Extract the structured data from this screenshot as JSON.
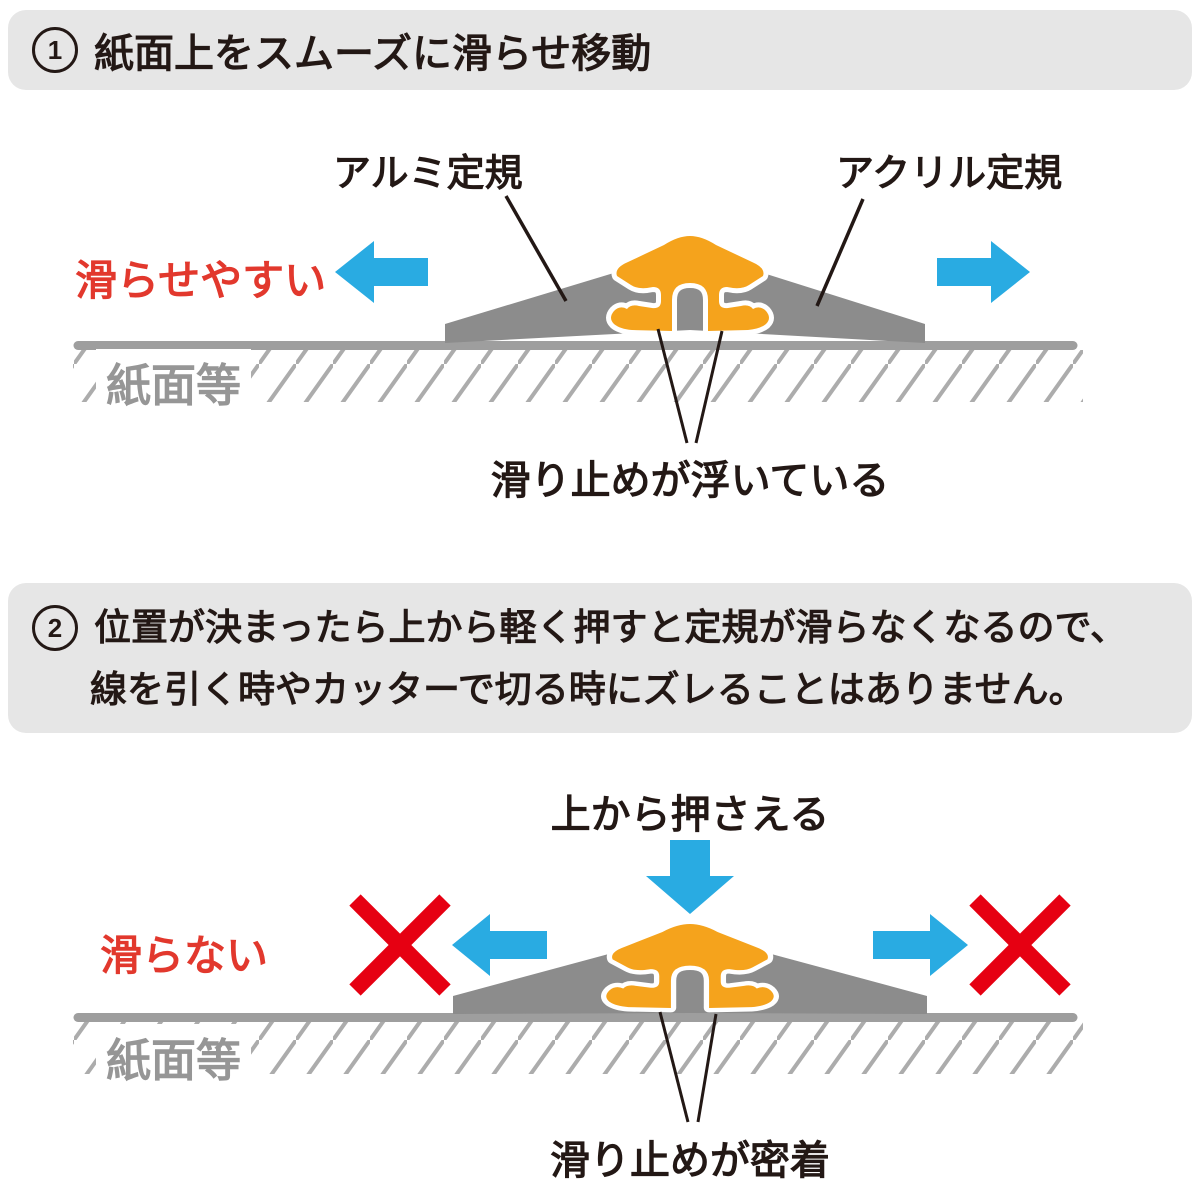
{
  "colors": {
    "header_bg": "#e6e6e6",
    "text_black": "#231815",
    "red_text": "#e2382d",
    "x_red": "#e60012",
    "arrow_blue": "#29abe2",
    "rubber_orange": "#f5a31c",
    "ruler_gray": "#8c8c8c",
    "ground_gray": "#9e9e9e",
    "hatch_gray": "#acacac",
    "surface_text_gray": "#969696",
    "pointer_line": "#231815",
    "white_outline": "#ffffff"
  },
  "panel1": {
    "step_number": "1",
    "title": "紙面上をスムーズに滑らせ移動",
    "label_aluminum_ruler": "アルミ定規",
    "label_acrylic_ruler": "アクリル定規",
    "label_easy_slide": "滑らせやすい",
    "label_surface": "紙面等",
    "label_antislip_floating": "滑り止めが浮いている"
  },
  "panel2": {
    "step_number": "2",
    "title_line1": "位置が決まったら上から軽く押すと定規が滑らなくなるので、",
    "title_line2": "線を引く時やカッターで切る時にズレることはありません。",
    "label_press_from_above": "上から押さえる",
    "label_no_slide": "滑らない",
    "label_surface": "紙面等",
    "label_antislip_adheres": "滑り止めが密着"
  }
}
